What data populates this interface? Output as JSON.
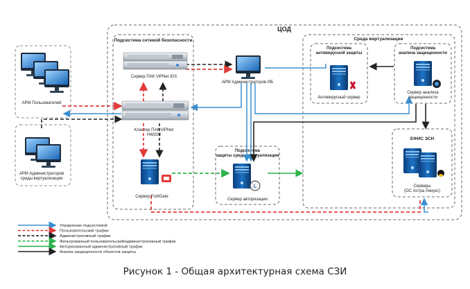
{
  "title": "ЦОД",
  "subsystems": {
    "network_security": "Подсистема сетевой безопасности",
    "virtualization_env": "Среда виртуализации",
    "antivirus": [
      "Подсистема",
      "антивирусной защиты"
    ],
    "vuln_analysis": [
      "Подсистема",
      "анализа защищенности"
    ],
    "virt_protection": [
      "Подсистема",
      "защиты среды виртуализации"
    ],
    "efis": "ЕФИС ЗСН"
  },
  "nodes": {
    "ids_server": "Сервер ПАК ViPNet IDS",
    "cluster": [
      "Кластер ПАК ViPNet",
      "HW200"
    ],
    "fortigate": "Сервер FortiGate",
    "arm_admin_ib": "АРМ Администраторов ИБ",
    "antivirus_server": "Антивирусный сервер",
    "analysis_server": [
      "Сервер анализа",
      "защищенности"
    ],
    "auth_server": "Сервер авторизации",
    "servers": [
      "Серверы",
      "(ОС Астра Линукс)"
    ],
    "arm_users": "АРМ Пользователей",
    "arm_virt_admins": [
      "АРМ Администраторов",
      "среды виртуализации"
    ]
  },
  "legend": [
    {
      "label": "Управление подсистемой",
      "color": "#3b8fd0",
      "style": "solid"
    },
    {
      "label": "Пользовательский трафик",
      "color": "#e23b3b",
      "style": "dashed"
    },
    {
      "label": "Административный трафик",
      "color": "#222222",
      "style": "dashed"
    },
    {
      "label": "Фильтрованный пользовательский/административный трафик",
      "color": "#2db34a",
      "style": "dashed"
    },
    {
      "label": "Авторизованный административный трафик",
      "color": "#2db34a",
      "style": "solid"
    },
    {
      "label": "Анализ защищенности объектов защиты",
      "color": "#222222",
      "style": "solid"
    }
  ],
  "caption": "Рисунок 1 - Общая архитектурная схема СЗИ"
}
